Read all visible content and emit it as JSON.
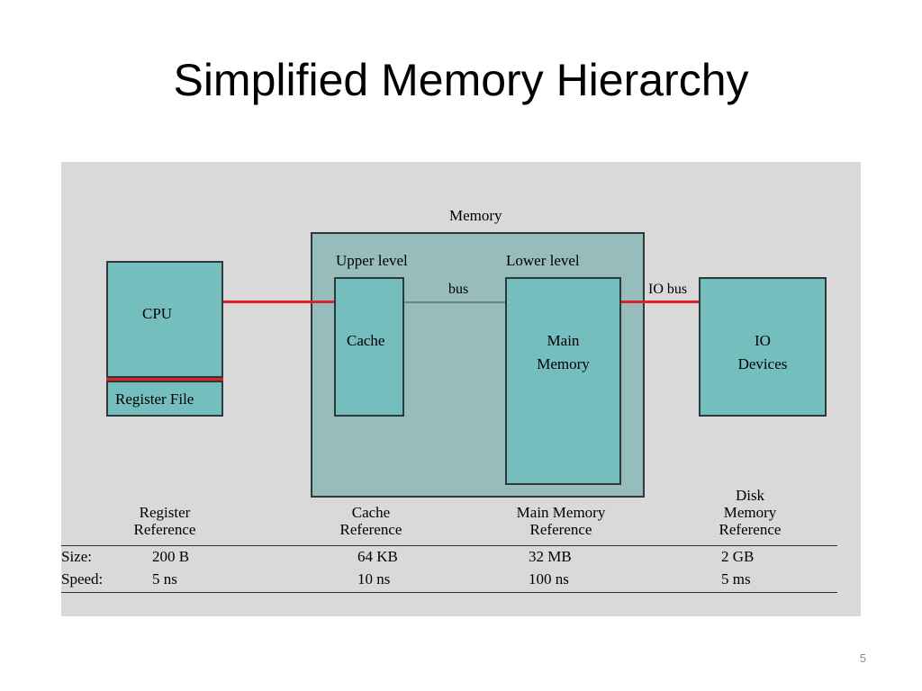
{
  "slide": {
    "title": "Simplified Memory Hierarchy",
    "page_number": "5"
  },
  "diagram": {
    "memory_label": "Memory",
    "upper_level_label": "Upper level",
    "lower_level_label": "Lower level",
    "bus_label": "bus",
    "io_bus_label": "IO bus",
    "cpu_label": "CPU",
    "register_file_label": "Register File",
    "cache_label": "Cache",
    "main_memory_label_1": "Main",
    "main_memory_label_2": "Memory",
    "io_devices_label_1": "IO",
    "io_devices_label_2": "Devices",
    "colors": {
      "box_fill": "#75bebe",
      "region_fill": "#97bcbc",
      "background": "#d9d9d9",
      "wire_red": "#e0202a"
    }
  },
  "table": {
    "columns": [
      {
        "line1": "Register",
        "line2": "Reference",
        "line3": "",
        "size": "200 B",
        "speed": "5 ns"
      },
      {
        "line1": "Cache",
        "line2": "Reference",
        "line3": "",
        "size": "64 KB",
        "speed": "10 ns"
      },
      {
        "line1": "Main Memory",
        "line2": "Reference",
        "line3": "",
        "size": "32 MB",
        "speed": "100 ns"
      },
      {
        "line1": "Disk",
        "line2": "Memory",
        "line3": "Reference",
        "size": "2 GB",
        "speed": "5 ms"
      }
    ],
    "row_labels": {
      "size": "Size:",
      "speed": "Speed:"
    }
  }
}
